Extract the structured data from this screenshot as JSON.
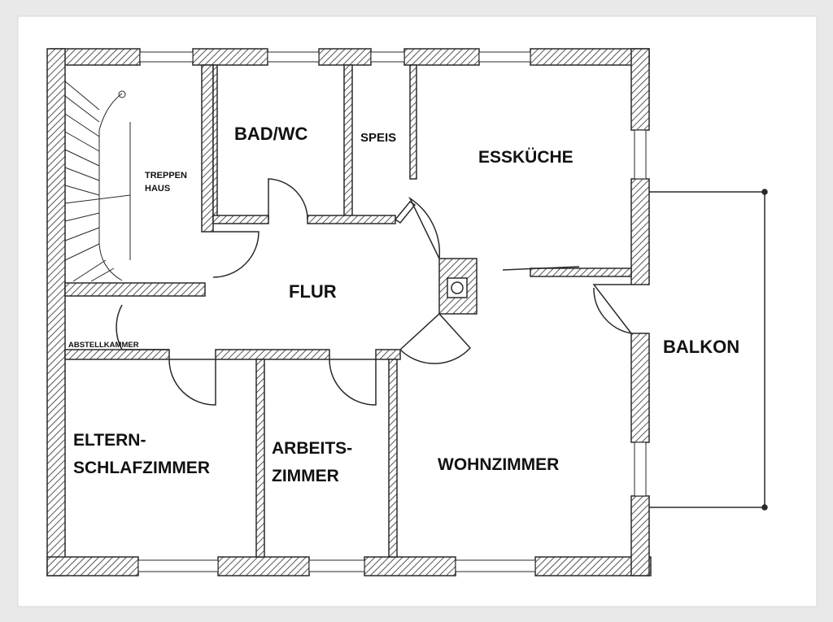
{
  "plan": {
    "rooms": {
      "treppenhaus": [
        "TREPPEN",
        "HAUS"
      ],
      "bad_wc": "BAD/WC",
      "speis": "SPEIS",
      "esskueche": "ESSKÜCHE",
      "flur": "FLUR",
      "abstellkammer": "ABSTELLKAMMER",
      "balkon": "BALKON",
      "eltern": [
        "ELTERN-",
        "SCHLAFZIMMER"
      ],
      "arbeits": [
        "ARBEITS-",
        "ZIMMER"
      ],
      "wohnzimmer": "WOHNZIMMER"
    },
    "colors": {
      "wall_line": "#2a2a2a",
      "hatch": "#555555",
      "paper": "#ffffff",
      "background": "#e9e9e9"
    }
  }
}
